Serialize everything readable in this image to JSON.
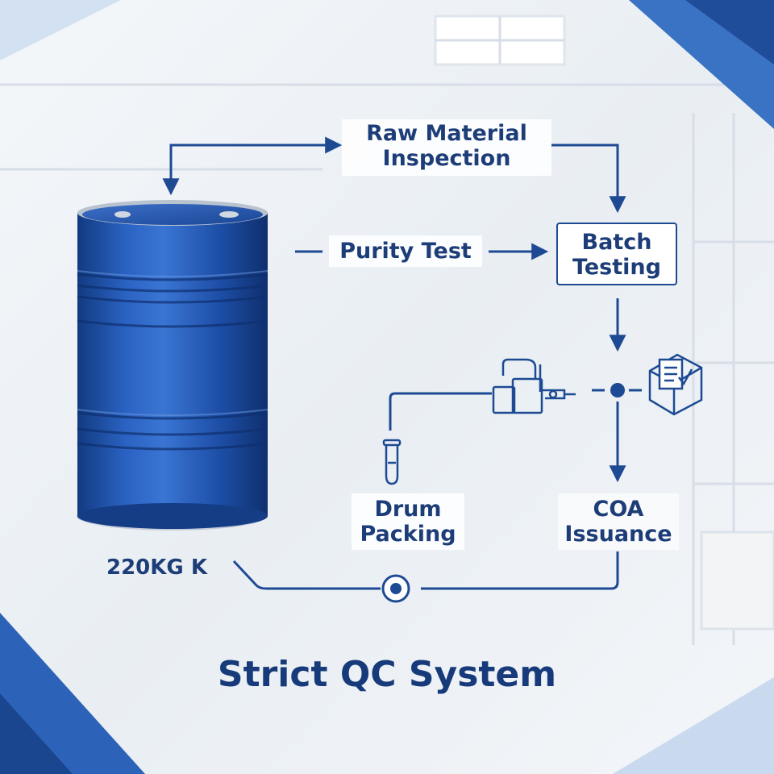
{
  "steps": {
    "raw_material": [
      "Raw Material",
      "Inspection"
    ],
    "purity_test": "Purity Test",
    "batch_testing": [
      "Batch",
      "Testing"
    ],
    "drum_packing": [
      "Drum",
      "Packing"
    ],
    "coa_issuance": [
      "COA",
      "Issuance"
    ]
  },
  "drum_label": "220KG K",
  "title": "Strict QC System",
  "colors": {
    "line": "#1d4a93",
    "drum": "#1c4ea6",
    "text": "#1d3d78"
  }
}
